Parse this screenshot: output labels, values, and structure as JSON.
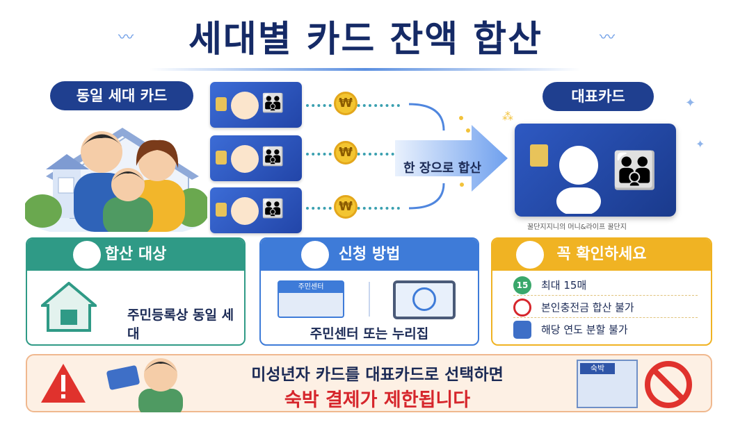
{
  "title": "세대별 카드 잔액 합산",
  "family_label": "동일 세대 카드",
  "rep_label": "대표카드",
  "arrow_label": "한 장으로 합산",
  "coin_symbol": "₩",
  "credit": "꿀단지지니의 머니&라이프 꿀단지",
  "panels": {
    "target": {
      "title": "합산 대상",
      "text": "주민등록상 동일 세대"
    },
    "apply": {
      "title": "신청 방법",
      "building_sign": "주민센터",
      "text": "주민센터 또는 누리집"
    },
    "check": {
      "title": "꼭 확인하세요",
      "items": [
        {
          "badge": "15",
          "text": "최대 15매"
        },
        {
          "text": "본인충전금 합산 불가"
        },
        {
          "text": "해당 연도 분할 불가"
        }
      ]
    }
  },
  "banner": {
    "line1": "미성년자 카드를 대표카드로 선택하면",
    "line2": "숙박 결제가 제한됩니다",
    "hotel_sign": "숙박"
  },
  "colors": {
    "navy": "#1f3f8f",
    "teal": "#2f9a86",
    "blue": "#3e7bd8",
    "amber": "#f0b323",
    "red": "#d6262c"
  }
}
